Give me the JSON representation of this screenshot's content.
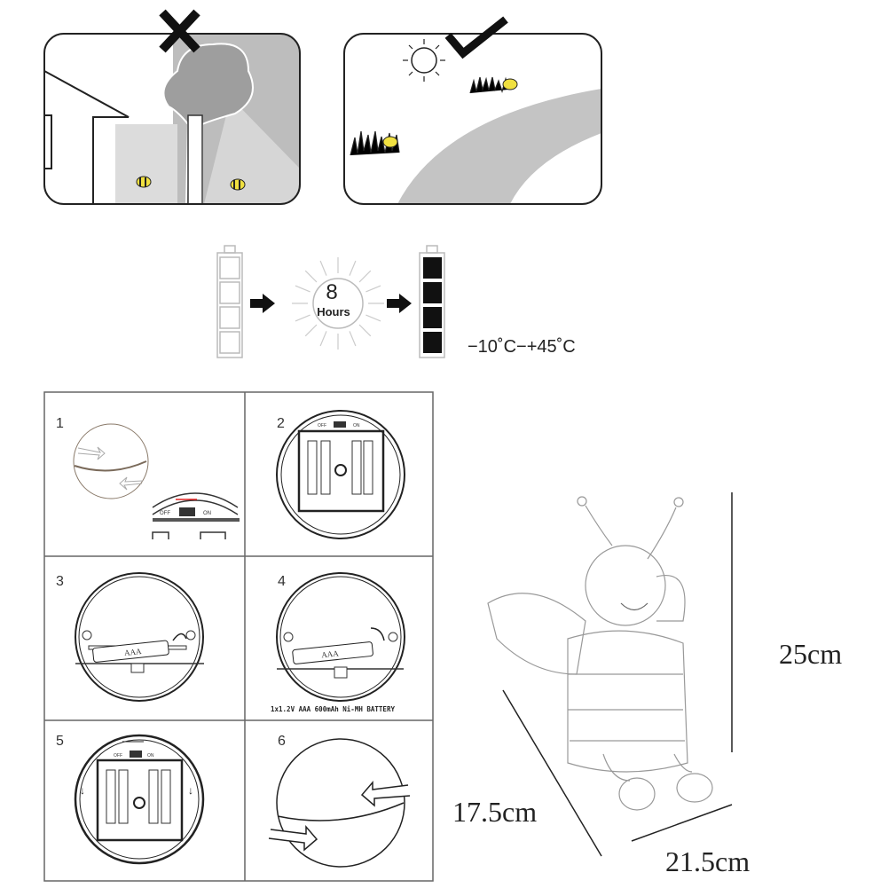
{
  "placement": {
    "bad_mark": "cross-mark-icon",
    "good_mark": "check-mark-icon"
  },
  "charging": {
    "hours_number": "8",
    "hours_label": "Hours",
    "temperature_range": "−10˚C−+45˚C"
  },
  "steps": [
    {
      "number": "1",
      "switch_off": "OFF",
      "switch_on": "ON"
    },
    {
      "number": "2",
      "switch_off": "OFF",
      "switch_on": "ON"
    },
    {
      "number": "3",
      "battery_label": "AAA"
    },
    {
      "number": "4",
      "battery_label": "AAA",
      "battery_spec": "1x1.2V AAA 600mAh Ni-MH BATTERY"
    },
    {
      "number": "5",
      "switch_off": "OFF",
      "switch_on": "ON"
    },
    {
      "number": "6"
    }
  ],
  "dimensions": {
    "height": "25cm",
    "depth": "17.5cm",
    "width": "21.5cm"
  },
  "colors": {
    "line": "#222222",
    "shade": "#c8c8c8",
    "accent": "#e02020"
  }
}
